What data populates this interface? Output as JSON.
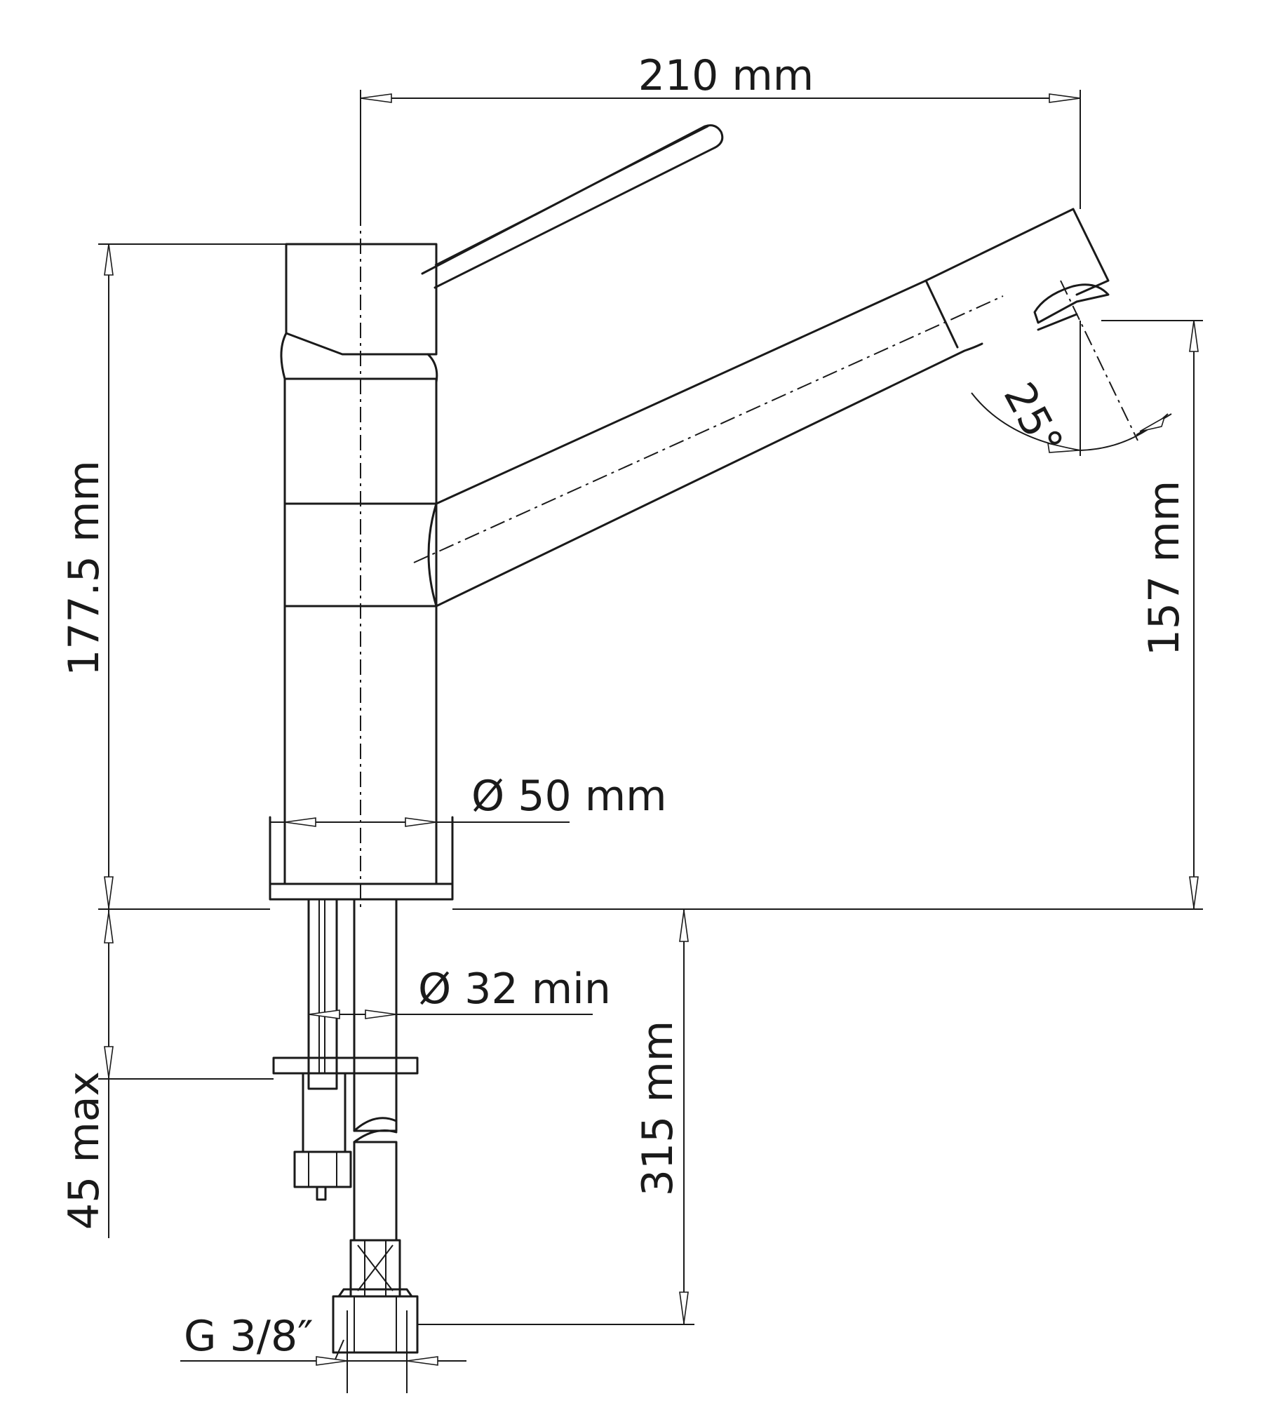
{
  "dimensions": {
    "width": "210 mm",
    "height": "177.5 mm",
    "spout_height": "157 mm",
    "body_diameter": "Ø 50 mm",
    "hole_diameter": "Ø 32 min",
    "countertop": "45 max",
    "hose_length": "315 mm",
    "thread": "G 3/8″",
    "angle": "25°"
  },
  "colors": {
    "line": "#1a1a1a",
    "background": "#ffffff"
  }
}
